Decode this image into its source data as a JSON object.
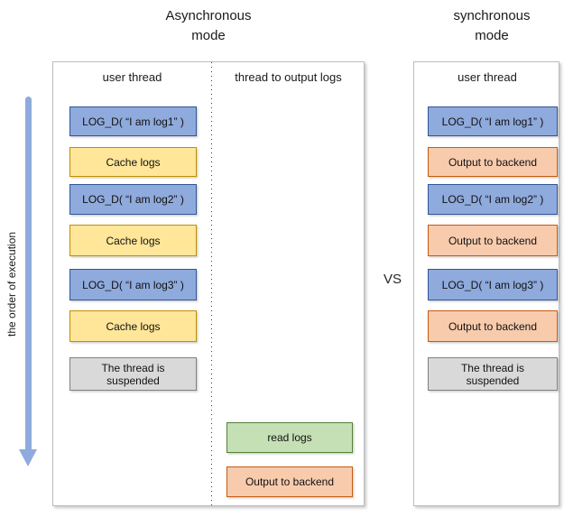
{
  "diagram": {
    "left_title": {
      "line1": "Asynchronous",
      "line2": "mode"
    },
    "right_title": {
      "line1": "synchronous",
      "line2": "mode"
    },
    "vs_label": "VS",
    "execution_axis": {
      "label": "the order of execution",
      "arrow_icon": "down-arrow-icon"
    },
    "async_panel": {
      "user_thread_header": "user thread",
      "output_thread_header": "thread to output logs",
      "user_thread_boxes": [
        {
          "label": "LOG_D( “I am log1” )",
          "type": "log-call"
        },
        {
          "label": "Cache logs",
          "type": "cache"
        },
        {
          "label": "LOG_D( “I am log2” )",
          "type": "log-call"
        },
        {
          "label": "Cache logs",
          "type": "cache"
        },
        {
          "label": "LOG_D( “I am log3” )",
          "type": "log-call"
        },
        {
          "label": "Cache logs",
          "type": "cache"
        },
        {
          "label": "The thread is suspended",
          "type": "suspended"
        }
      ],
      "output_thread_boxes": [
        {
          "label": "read logs",
          "type": "read"
        },
        {
          "label": "Output to backend",
          "type": "output"
        }
      ]
    },
    "sync_panel": {
      "user_thread_header": "user thread",
      "user_thread_boxes": [
        {
          "label": "LOG_D( “I am log1” )",
          "type": "log-call"
        },
        {
          "label": "Output to backend",
          "type": "output"
        },
        {
          "label": "LOG_D( “I am log2” )",
          "type": "log-call"
        },
        {
          "label": "Output to backend",
          "type": "output"
        },
        {
          "label": "LOG_D( “I am log3” )",
          "type": "log-call"
        },
        {
          "label": "Output to backend",
          "type": "output"
        },
        {
          "label": "The thread is suspended",
          "type": "suspended"
        }
      ]
    },
    "colors": {
      "log_call_fill": "#8faadc",
      "log_call_border": "#2f5597",
      "cache_fill": "#ffe699",
      "cache_border": "#bf9000",
      "output_fill": "#f8cbad",
      "output_border": "#c55a11",
      "read_fill": "#c5e0b4",
      "read_border": "#538135",
      "suspended_fill": "#d9d9d9",
      "suspended_border": "#7f7f7f",
      "arrow": "#8faadc"
    }
  }
}
